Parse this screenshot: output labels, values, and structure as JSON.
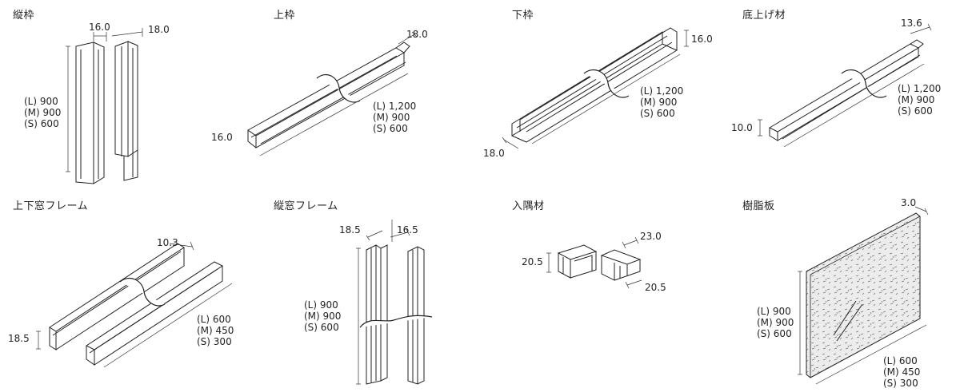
{
  "colors": {
    "line": "#222222",
    "panel_fill": "#e9e9e9",
    "speckle": "#6d6d6d"
  },
  "parts": [
    {
      "title": "縦枠",
      "dims": [
        "16.0",
        "18.0"
      ],
      "lengths": [
        "(L) 900",
        "(M) 900",
        "(S) 600"
      ]
    },
    {
      "title": "上枠",
      "dims": [
        "18.0",
        "16.0"
      ],
      "lengths": [
        "(L) 1,200",
        "(M) 900",
        "(S) 600"
      ]
    },
    {
      "title": "下枠",
      "dims": [
        "16.0",
        "18.0"
      ],
      "lengths": [
        "(L) 1,200",
        "(M) 900",
        "(S) 600"
      ]
    },
    {
      "title": "底上げ材",
      "dims": [
        "13.6",
        "10.0"
      ],
      "lengths": [
        "(L) 1,200",
        "(M) 900",
        "(S) 600"
      ]
    },
    {
      "title": "上下窓フレーム",
      "dims": [
        "10.3",
        "18.5"
      ],
      "lengths": [
        "(L) 600",
        "(M) 450",
        "(S) 300"
      ]
    },
    {
      "title": "縦窓フレーム",
      "dims": [
        "18.5",
        "16.5"
      ],
      "lengths": [
        "(L) 900",
        "(M) 900",
        "(S) 600"
      ]
    },
    {
      "title": "入隅材",
      "dims": [
        "20.5",
        "23.0",
        "20.5"
      ],
      "lengths": []
    },
    {
      "title": "樹脂板",
      "dims": [
        "3.0"
      ],
      "lengths_height": [
        "(L) 900",
        "(M) 900",
        "(S) 600"
      ],
      "lengths_width": [
        "(L) 600",
        "(M) 450",
        "(S) 300"
      ]
    }
  ]
}
